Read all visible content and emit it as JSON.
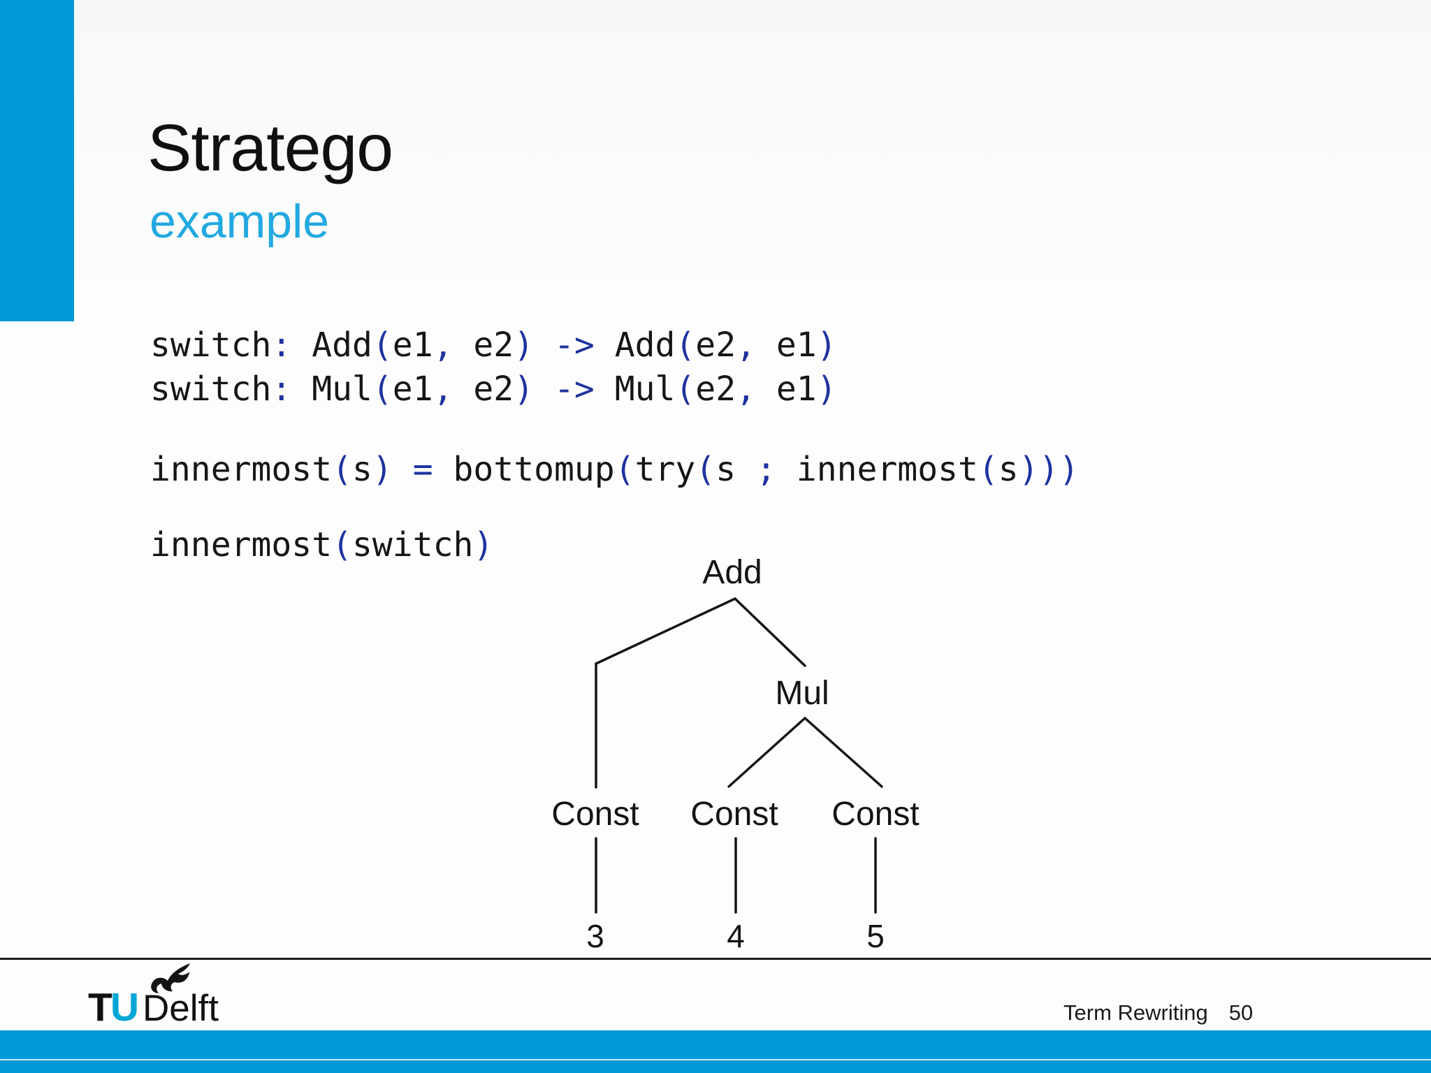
{
  "slide": {
    "title": "Stratego",
    "subtitle": "example"
  },
  "code": {
    "lines": [
      [
        [
          "switch",
          "id"
        ],
        [
          ": ",
          "pun"
        ],
        [
          "Add",
          "id"
        ],
        [
          "(",
          "pun"
        ],
        [
          "e1",
          "id"
        ],
        [
          ", ",
          "pun"
        ],
        [
          "e2",
          "id"
        ],
        [
          ") -> ",
          "pun"
        ],
        [
          "Add",
          "id"
        ],
        [
          "(",
          "pun"
        ],
        [
          "e2",
          "id"
        ],
        [
          ", ",
          "pun"
        ],
        [
          "e1",
          "id"
        ],
        [
          ")",
          "pun"
        ]
      ],
      [
        [
          "switch",
          "id"
        ],
        [
          ": ",
          "pun"
        ],
        [
          "Mul",
          "id"
        ],
        [
          "(",
          "pun"
        ],
        [
          "e1",
          "id"
        ],
        [
          ", ",
          "pun"
        ],
        [
          "e2",
          "id"
        ],
        [
          ") -> ",
          "pun"
        ],
        [
          "Mul",
          "id"
        ],
        [
          "(",
          "pun"
        ],
        [
          "e2",
          "id"
        ],
        [
          ", ",
          "pun"
        ],
        [
          "e1",
          "id"
        ],
        [
          ")",
          "pun"
        ]
      ],
      [
        [
          "innermost",
          "id"
        ],
        [
          "(",
          "pun"
        ],
        [
          "s",
          "id"
        ],
        [
          ") ",
          "pun"
        ],
        [
          "= ",
          "pun"
        ],
        [
          "bottomup",
          "id"
        ],
        [
          "(",
          "pun"
        ],
        [
          "try",
          "id"
        ],
        [
          "(",
          "pun"
        ],
        [
          "s ",
          "id"
        ],
        [
          "; ",
          "pun"
        ],
        [
          "innermost",
          "id"
        ],
        [
          "(",
          "pun"
        ],
        [
          "s",
          "id"
        ],
        [
          ")))",
          "pun"
        ]
      ],
      [
        [
          "innermost",
          "id"
        ],
        [
          "(",
          "pun"
        ],
        [
          "switch",
          "id"
        ],
        [
          ")",
          "pun"
        ]
      ]
    ]
  },
  "tree": {
    "description": "Add(Const 3, Mul(Const 4, Const 5))",
    "nodes": {
      "root": "Add",
      "mul": "Mul",
      "const_left": "Const",
      "const_mid": "Const",
      "const_right": "Const",
      "leaf_left": "3",
      "leaf_mid": "4",
      "leaf_right": "5"
    }
  },
  "logo": {
    "t": "T",
    "u": "U",
    "delft": "Delft"
  },
  "footer": {
    "course": "Term Rewriting",
    "page": "50"
  },
  "colors": {
    "accent_bar": "#0098D6",
    "subtitle": "#23A9E1",
    "code_punct": "#1e339f",
    "text": "#161616",
    "logo_blue": "#00A6D6"
  }
}
